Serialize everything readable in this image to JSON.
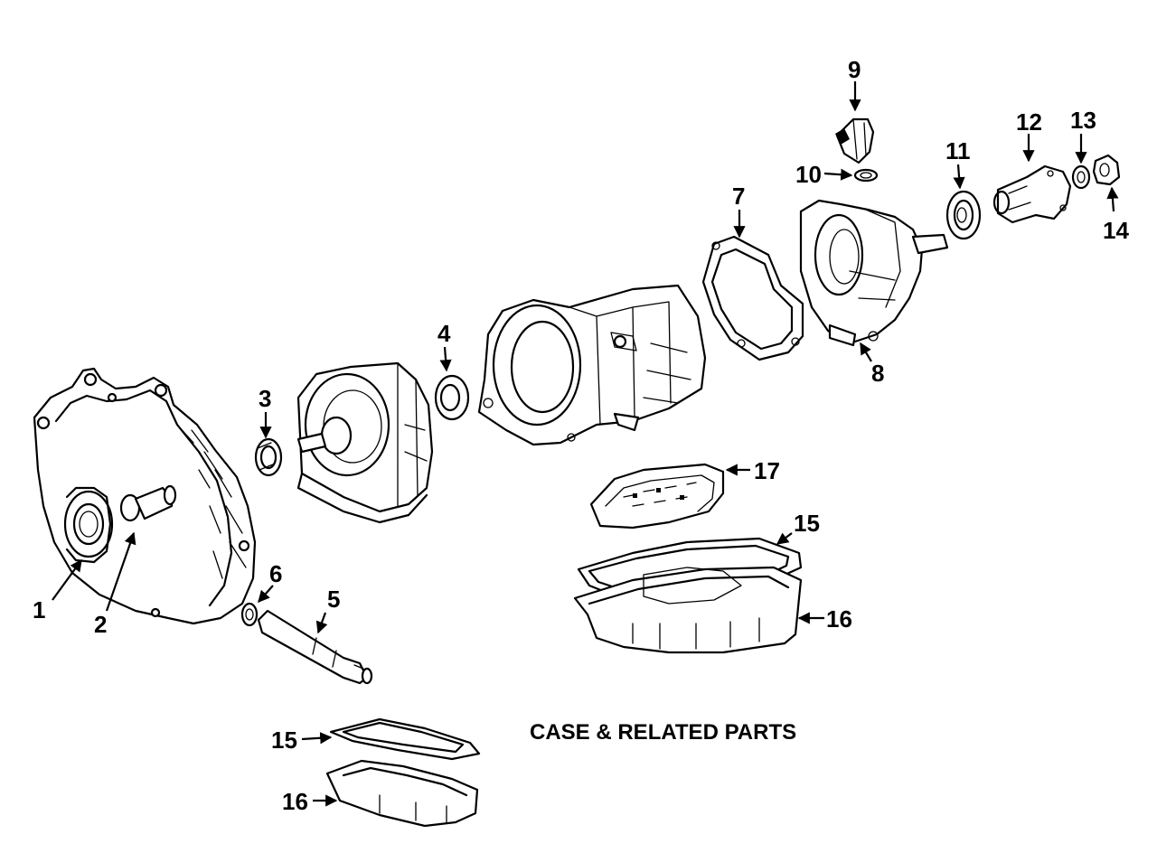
{
  "title": "CASE & RELATED PARTS",
  "callouts": {
    "c1": "1",
    "c2": "2",
    "c3": "3",
    "c4": "4",
    "c5": "5",
    "c6": "6",
    "c7": "7",
    "c8": "8",
    "c9": "9",
    "c10": "10",
    "c11": "11",
    "c12": "12",
    "c13": "13",
    "c14": "14",
    "c15a": "15",
    "c15b": "15",
    "c16a": "16",
    "c16b": "16",
    "c17": "17"
  }
}
